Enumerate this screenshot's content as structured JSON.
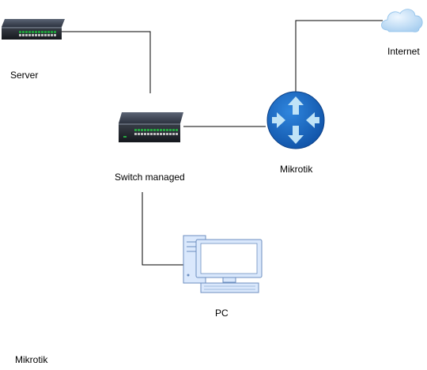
{
  "diagram": {
    "nodes": {
      "server": {
        "label": "Server",
        "icon": "server-switch-icon"
      },
      "switch": {
        "label": "Switch managed",
        "icon": "managed-switch-icon"
      },
      "mikrotik": {
        "label": "Mikrotik",
        "icon": "router-icon"
      },
      "internet": {
        "label": "Internet",
        "icon": "cloud-icon"
      },
      "pc": {
        "label": "PC",
        "icon": "desktop-pc-icon"
      }
    },
    "edges": [
      {
        "from": "server",
        "to": "switch"
      },
      {
        "from": "switch",
        "to": "mikrotik"
      },
      {
        "from": "mikrotik",
        "to": "internet"
      },
      {
        "from": "switch",
        "to": "pc"
      }
    ],
    "footer_label": "Mikrotik"
  },
  "colors": {
    "router_fill": "#1565c0",
    "router_arrows": "#bfe3f7",
    "cloud_fill": "#cfe6fa",
    "pc_frame": "#dae8fc",
    "pc_stroke": "#6c8ebf",
    "switch_body": "#232323",
    "port_led": "#26a641",
    "line": "#000000"
  }
}
